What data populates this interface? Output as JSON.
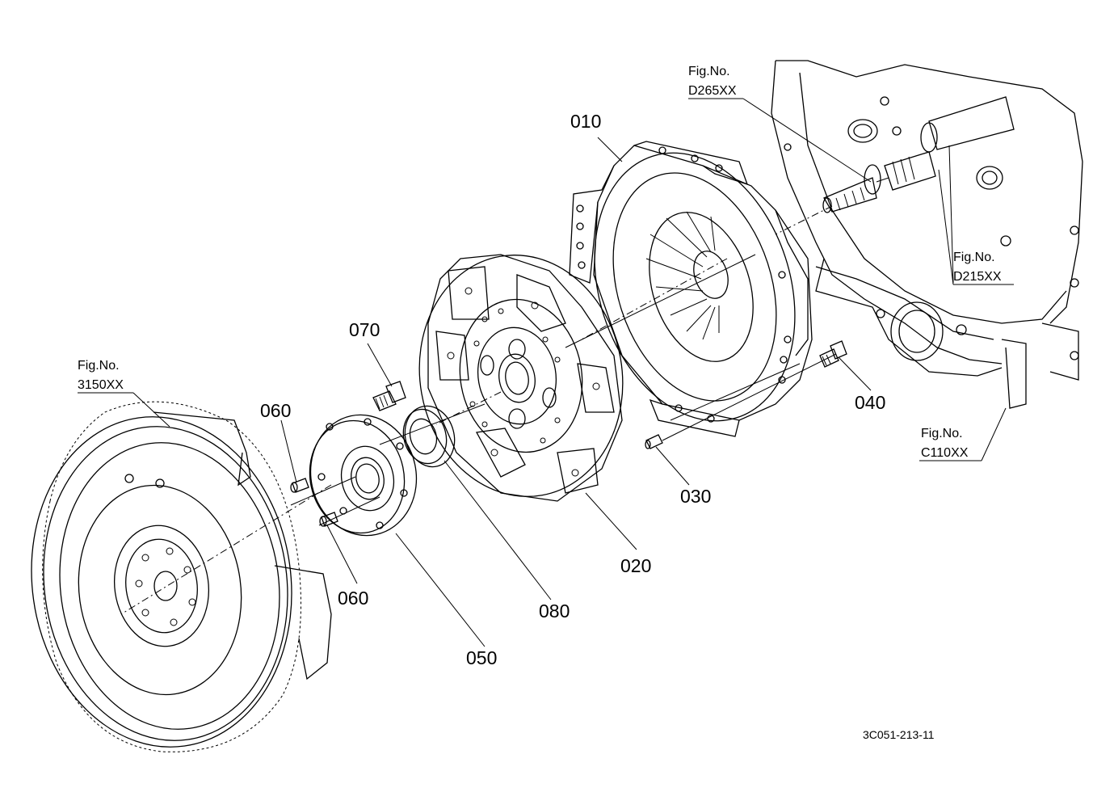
{
  "callouts": {
    "p010": "010",
    "p020": "020",
    "p030": "030",
    "p040": "040",
    "p050": "050",
    "p060_upper": "060",
    "p060_lower": "060",
    "p070": "070",
    "p080": "080"
  },
  "fig_refs": {
    "d265": {
      "label": "Fig.No.",
      "number": "D265XX"
    },
    "d215": {
      "label": "Fig.No.",
      "number": "D215XX"
    },
    "c110": {
      "label": "Fig.No.",
      "number": "C110XX"
    },
    "f3150": {
      "label": "Fig.No.",
      "number": "3150XX"
    }
  },
  "drawing_code": "3C051-213-11"
}
